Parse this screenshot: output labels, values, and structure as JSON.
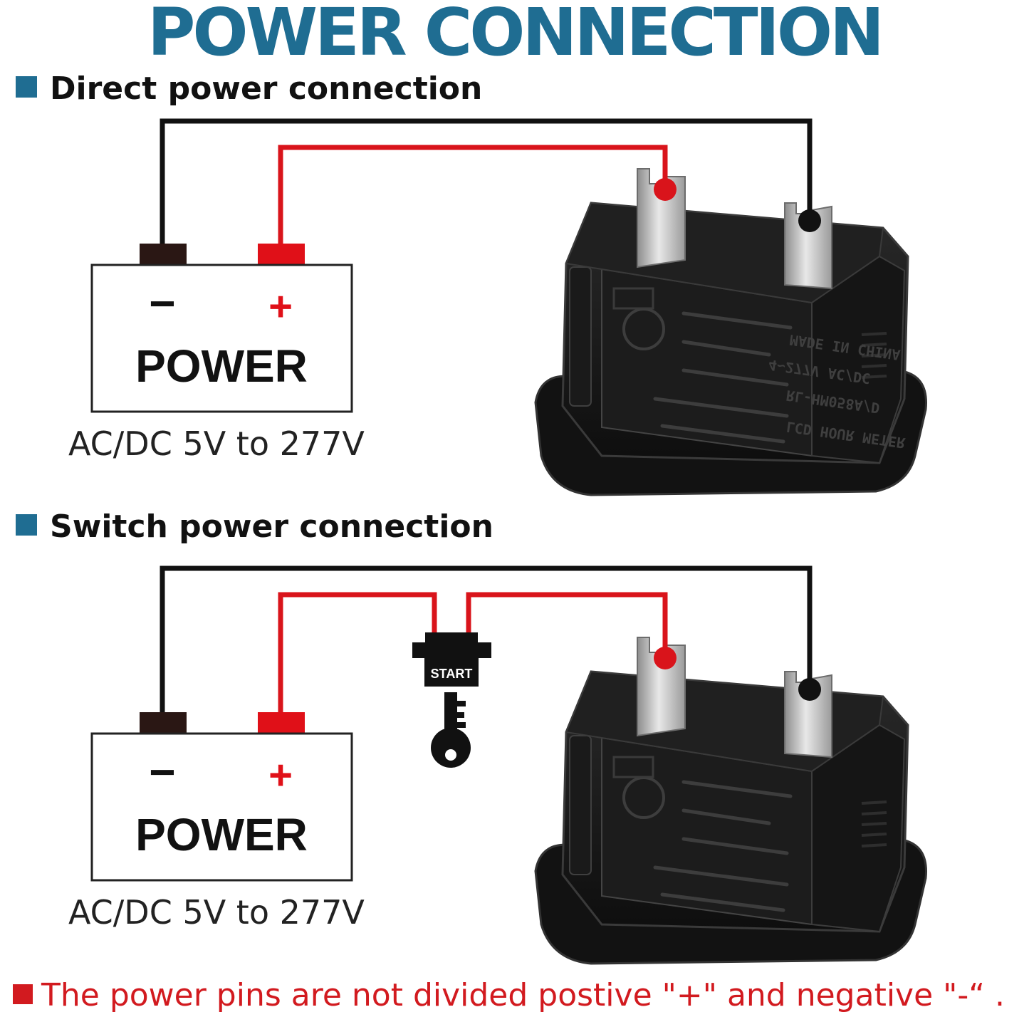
{
  "title": "POWER CONNECTION",
  "sections": [
    {
      "heading": "Direct power connection",
      "power_label": "POWER",
      "minus_sign": "−",
      "plus_sign": "+",
      "range": "AC/DC 5V to 277V"
    },
    {
      "heading": "Switch power connection",
      "power_label": "POWER",
      "minus_sign": "−",
      "plus_sign": "+",
      "range": "AC/DC 5V to 277V",
      "switch_label": "START"
    }
  ],
  "meter_text": [
    "MADE IN CHINA",
    "4~277V AC/DC",
    "RL-HM058A/D",
    "LCD HOUR METER"
  ],
  "note": "The power pins are not divided postive \"+\" and negative \"-“ .",
  "colors": {
    "accent_blue": "#1f6d92",
    "wire_red": "#d9141b",
    "wire_black": "#111111",
    "note_red": "#d21a1f"
  },
  "icons": [
    "key-icon",
    "battery-icon",
    "hour-meter-device"
  ]
}
